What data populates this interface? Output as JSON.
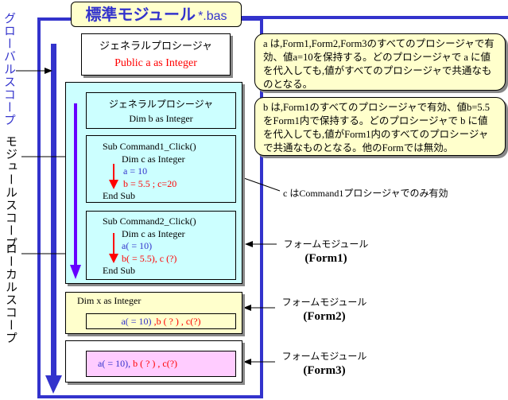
{
  "title": {
    "main": "標準モジュール",
    "ext": "*.bas"
  },
  "scopes": {
    "global": "グローバルスコープ",
    "module": "モジュールスコープ",
    "local": "ローカルスコープ"
  },
  "standard_module": {
    "heading": "ジェネラルプロシージャ",
    "decl": "Public a as Integer"
  },
  "form1": {
    "general": {
      "heading": "ジェネラルプロシージャ",
      "decl": "Dim b as  Integer"
    },
    "sub1": {
      "start": "Sub Command1_Click()",
      "dim": "Dim c as  Integer",
      "l1": "a = 10",
      "l2": "b = 5.5 ; c=20",
      "end": "End Sub"
    },
    "sub2": {
      "start": "Sub Command2_Click()",
      "dim": "Dim c as  Integer",
      "l1": "a( = 10)",
      "l2": "b( = 5.5), c (?)",
      "end": "End Sub"
    },
    "label": "フォームモジュール",
    "name": "(Form1)"
  },
  "form2": {
    "decl": "Dim x as  Integer",
    "a": "a( = 10)",
    "rest": " ,b ( ? ) , c(?)",
    "label": "フォームモジュール",
    "name": "(Form2)"
  },
  "form3": {
    "a": "a( = 10),",
    "rest": " b ( ? ) , c(?)",
    "label": "フォームモジュール",
    "name": "(Form3)"
  },
  "callouts": {
    "a": "a は,Form1,Form2,Form3のすべてのプロシージャで有効、値a=10を保持する。どのプロシージャで a に値を代入しても,値がすべてのプロシージャで共通なものとなる。",
    "b": "b は,Form1のすべてのプロシージャで有効、値b=5.5をForm1内で保持する。どのプロシージャで b に値を代入しても,値がForm1内のすべてのプロシージャで共通なものとなる。他のFormでは無効。",
    "c": "c はCommand1プロシージャでのみ有効"
  },
  "colors": {
    "frame": "#3333cc",
    "cyan": "#ccffff",
    "yellow": "#ffffcc",
    "pink": "#ffccff",
    "purple": "#6600ff"
  }
}
